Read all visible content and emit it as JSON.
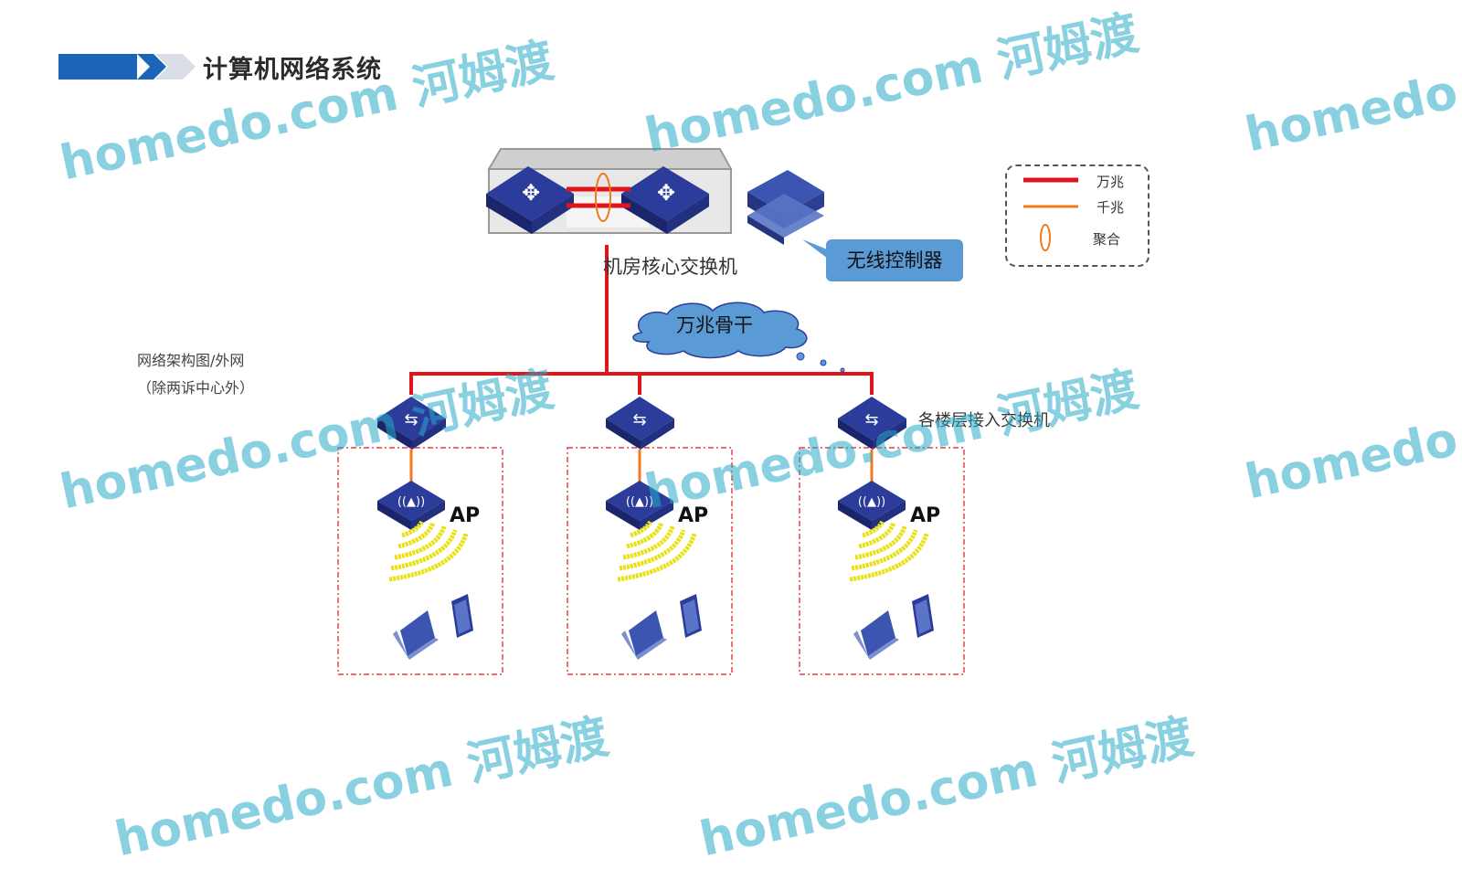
{
  "title": "计算机网络系统",
  "core_switch_label": "机房核心交换机",
  "wireless_controller_label": "无线控制器",
  "backbone_label": "万兆骨干",
  "architecture_note": [
    "网络架构图/外网",
    "（除两诉中心外）"
  ],
  "access_switch_label": "各楼层接入交换机",
  "ap_labels": [
    "AP",
    "AP",
    "AP"
  ],
  "legend": {
    "ten_gig": "万兆",
    "gig": "千兆",
    "aggregation": "聚合"
  },
  "colors": {
    "ten_gig_line": "#e0141b",
    "gig_line": "#f07a1c",
    "device_blue": "#2b3c9a",
    "title_blue": "#1c64b8",
    "wlc_box": "#5b9bd5",
    "cloud_fill": "#5b9bd5",
    "signal_yellow": "#e8e010"
  },
  "watermark": {
    "brand": "homedo.com",
    "cn": "河姆渡"
  }
}
